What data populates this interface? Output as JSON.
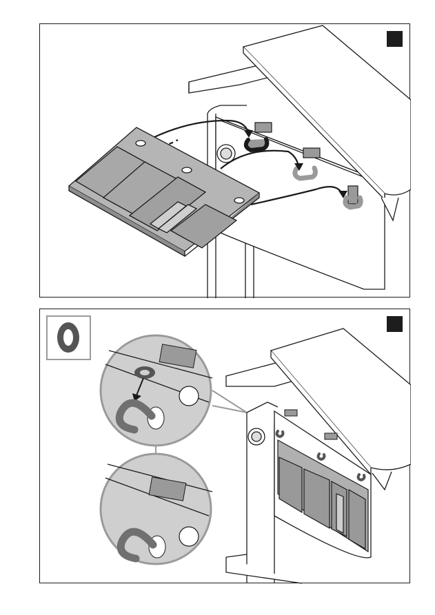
{
  "document": {
    "panels": [
      {
        "id": "step-1",
        "badge_color": "#1d1d1d"
      },
      {
        "id": "step-2",
        "badge_color": "#1d1d1d"
      }
    ],
    "parts": [
      {
        "icon": "washer-ring-icon",
        "color": "#555555"
      }
    ],
    "detail_views": [
      {
        "icon": "hook-with-washer-detail",
        "annotation": "circle-marker"
      },
      {
        "icon": "hook-installed-detail",
        "annotation": "circle-marker"
      }
    ]
  }
}
